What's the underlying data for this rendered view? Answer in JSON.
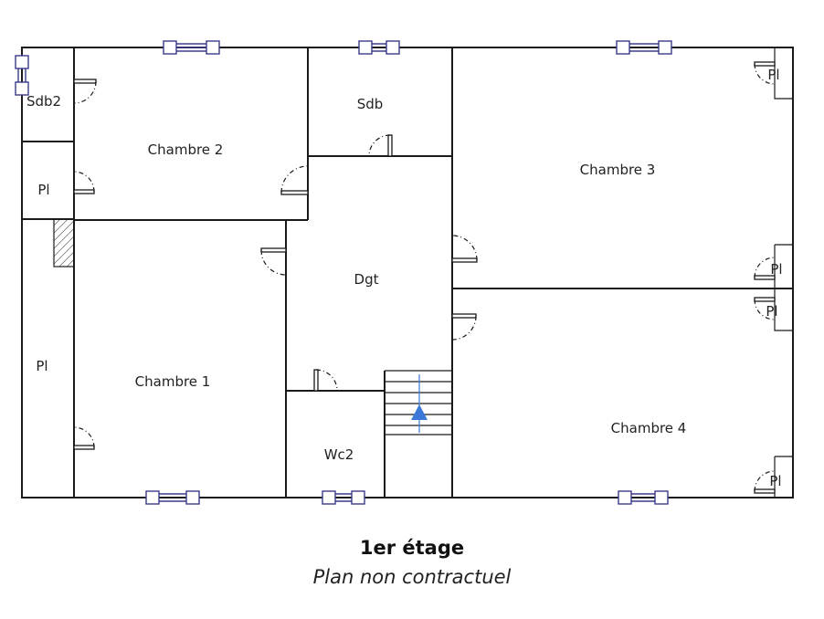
{
  "rooms": {
    "sdb2": "Sdb2",
    "chambre2": "Chambre 2",
    "sdb": "Sdb",
    "chambre3": "Chambre 3",
    "pl_left_small": "Pl",
    "pl_left_big": "Pl",
    "dgt": "Dgt",
    "chambre1": "Chambre 1",
    "wc2": "Wc2",
    "chambre4": "Chambre 4",
    "pl_right_1": "Pl",
    "pl_right_2": "Pl",
    "pl_right_3": "Pl",
    "pl_right_4": "Pl"
  },
  "caption": {
    "title": "1er étage",
    "subtitle": "Plan non contractuel"
  },
  "colors": {
    "walls": "#1a1a1a",
    "windows": "#3b3b8c",
    "stair_arrow": "#3b78d8"
  }
}
